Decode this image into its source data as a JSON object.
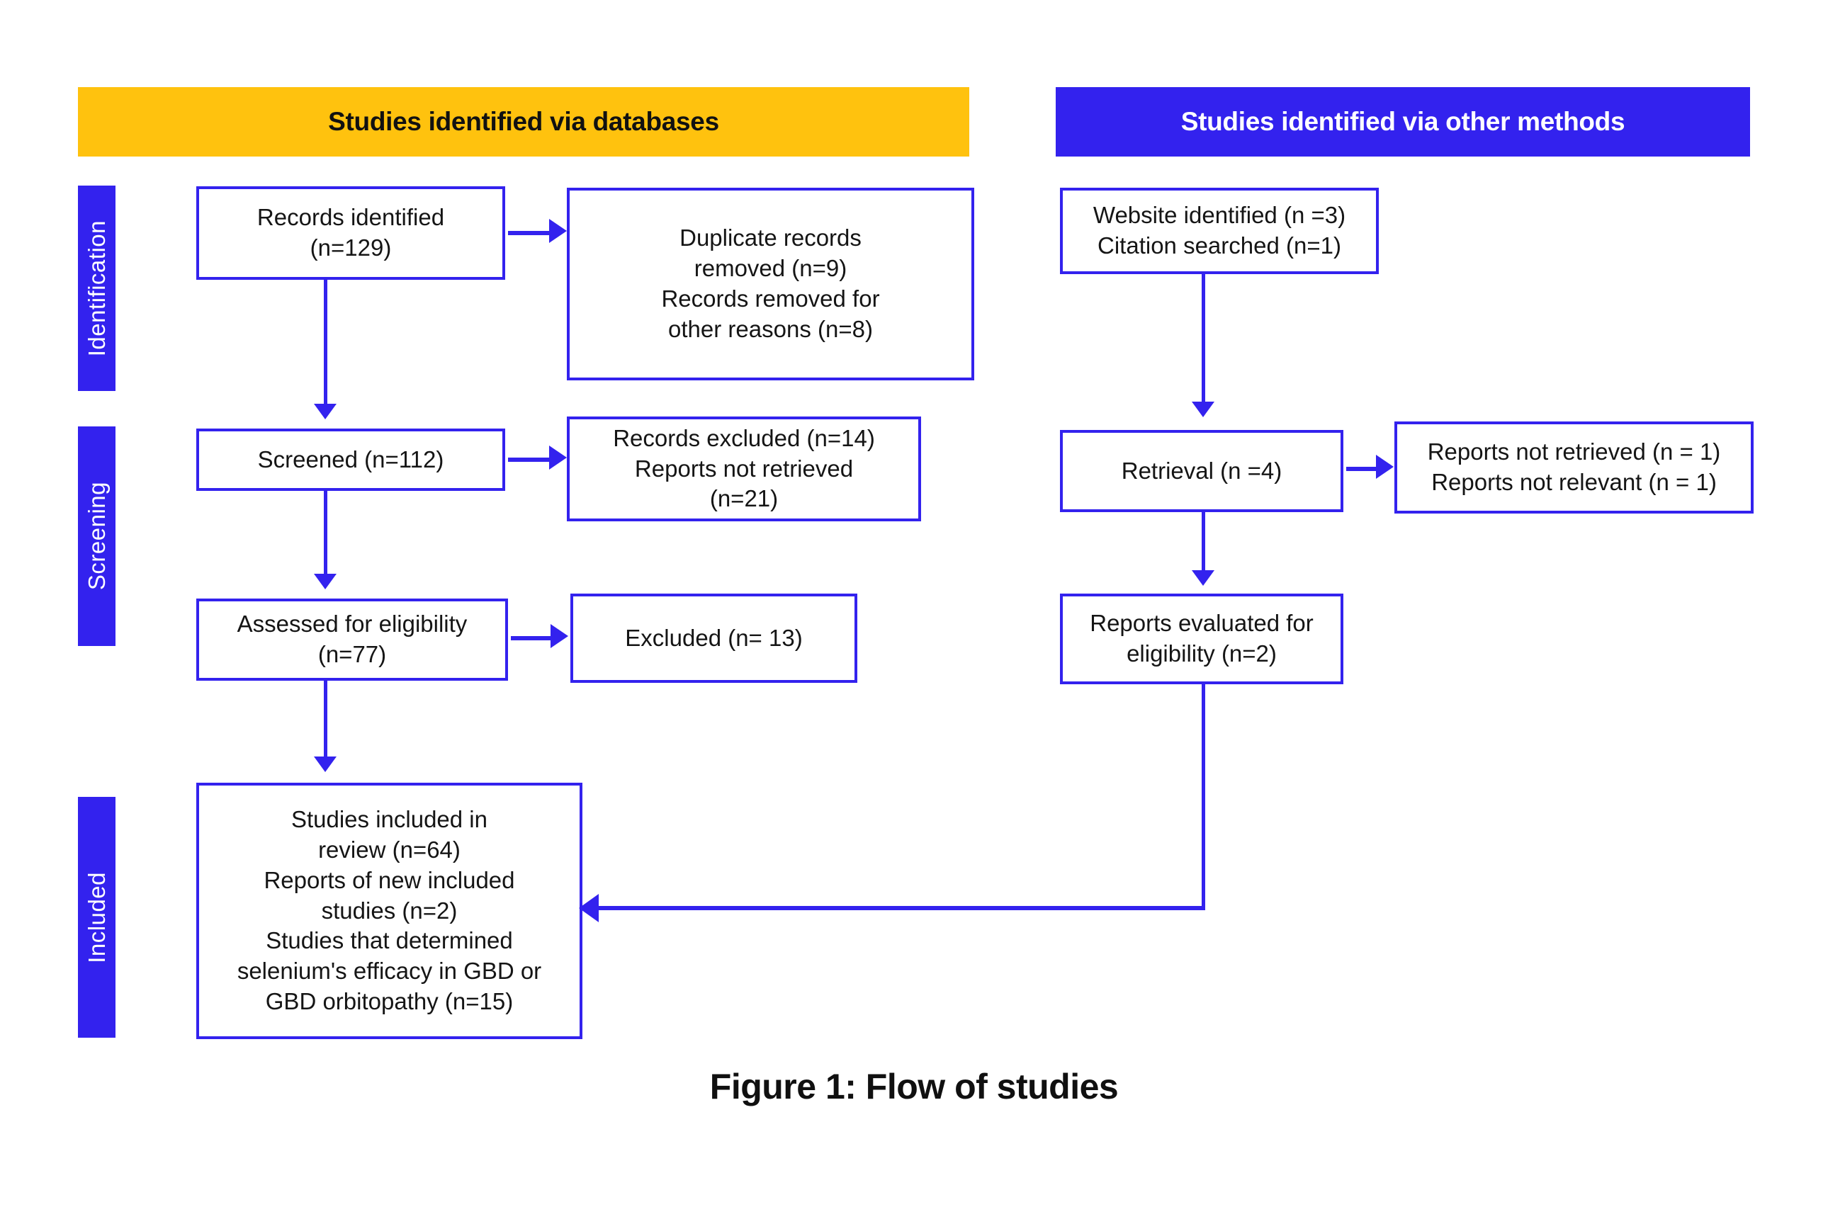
{
  "figure": {
    "caption": "Figure 1: Flow of studies",
    "accent_blue": "#3322EE",
    "accent_yellow": "#FFC20E"
  },
  "headers": {
    "databases": "Studies identified via databases",
    "other_methods": "Studies identified via other methods"
  },
  "phases": {
    "identification": "Identification",
    "screening": "Screening",
    "included": "Included"
  },
  "databases_column": {
    "records_identified": "Records identified\n(n=129)",
    "duplicates_removed": "Duplicate records\nremoved (n=9)\nRecords removed for\nother reasons (n=8)",
    "screened": "Screened (n=112)",
    "records_excluded": "Records excluded (n=14)\nReports not retrieved\n(n=21)",
    "assessed_for_eligibility": "Assessed for eligibility\n(n=77)",
    "excluded": "Excluded (n= 13)",
    "studies_included": "Studies included in\nreview (n=64)\nReports of new included\nstudies (n=2)\nStudies that determined\nselenium's efficacy in GBD or\nGBD orbitopathy (n=15)"
  },
  "other_methods_column": {
    "website_identified": "Website identified (n =3)\nCitation searched (n=1)",
    "retrieval": "Retrieval (n =4)",
    "reports_not_retrieved": "Reports not retrieved (n = 1)\nReports not relevant (n = 1)",
    "reports_evaluated": "Reports evaluated for\neligibility (n=2)"
  },
  "chart_data": {
    "type": "table",
    "title": "Figure 1: Flow of studies",
    "nodes": [
      {
        "id": "records_identified",
        "column": "databases",
        "phase": "Identification",
        "label": "Records identified",
        "n": 129
      },
      {
        "id": "duplicates_removed",
        "column": "databases",
        "phase": "Identification",
        "label": "Duplicate records removed",
        "n": 9
      },
      {
        "id": "removed_other_reasons",
        "column": "databases",
        "phase": "Identification",
        "label": "Records removed for other reasons",
        "n": 8
      },
      {
        "id": "screened",
        "column": "databases",
        "phase": "Screening",
        "label": "Screened",
        "n": 112
      },
      {
        "id": "records_excluded",
        "column": "databases",
        "phase": "Screening",
        "label": "Records excluded",
        "n": 14
      },
      {
        "id": "reports_not_retrieved",
        "column": "databases",
        "phase": "Screening",
        "label": "Reports not retrieved",
        "n": 21
      },
      {
        "id": "assessed_for_eligibility",
        "column": "databases",
        "phase": "Screening",
        "label": "Assessed for eligibility",
        "n": 77
      },
      {
        "id": "excluded",
        "column": "databases",
        "phase": "Screening",
        "label": "Excluded",
        "n": 13
      },
      {
        "id": "studies_included_review",
        "column": "databases",
        "phase": "Included",
        "label": "Studies included in review",
        "n": 64
      },
      {
        "id": "reports_new_included",
        "column": "databases",
        "phase": "Included",
        "label": "Reports of new included studies",
        "n": 2
      },
      {
        "id": "studies_selenium",
        "column": "databases",
        "phase": "Included",
        "label": "Studies that determined selenium's efficacy in GBD or GBD orbitopathy",
        "n": 15
      },
      {
        "id": "website_identified",
        "column": "other",
        "phase": "Identification",
        "label": "Website identified",
        "n": 3
      },
      {
        "id": "citation_searched",
        "column": "other",
        "phase": "Identification",
        "label": "Citation searched",
        "n": 1
      },
      {
        "id": "retrieval",
        "column": "other",
        "phase": "Screening",
        "label": "Retrieval",
        "n": 4
      },
      {
        "id": "other_not_retrieved",
        "column": "other",
        "phase": "Screening",
        "label": "Reports not retrieved",
        "n": 1
      },
      {
        "id": "other_not_relevant",
        "column": "other",
        "phase": "Screening",
        "label": "Reports not relevant",
        "n": 1
      },
      {
        "id": "reports_evaluated",
        "column": "other",
        "phase": "Screening",
        "label": "Reports evaluated for eligibility",
        "n": 2
      }
    ],
    "edges": [
      {
        "from": "records_identified",
        "to": "duplicates_removed"
      },
      {
        "from": "records_identified",
        "to": "screened"
      },
      {
        "from": "screened",
        "to": "records_excluded"
      },
      {
        "from": "screened",
        "to": "assessed_for_eligibility"
      },
      {
        "from": "assessed_for_eligibility",
        "to": "excluded"
      },
      {
        "from": "assessed_for_eligibility",
        "to": "studies_included_review"
      },
      {
        "from": "website_identified",
        "to": "retrieval"
      },
      {
        "from": "retrieval",
        "to": "other_not_retrieved"
      },
      {
        "from": "retrieval",
        "to": "reports_evaluated"
      },
      {
        "from": "reports_evaluated",
        "to": "studies_included_review"
      }
    ]
  }
}
